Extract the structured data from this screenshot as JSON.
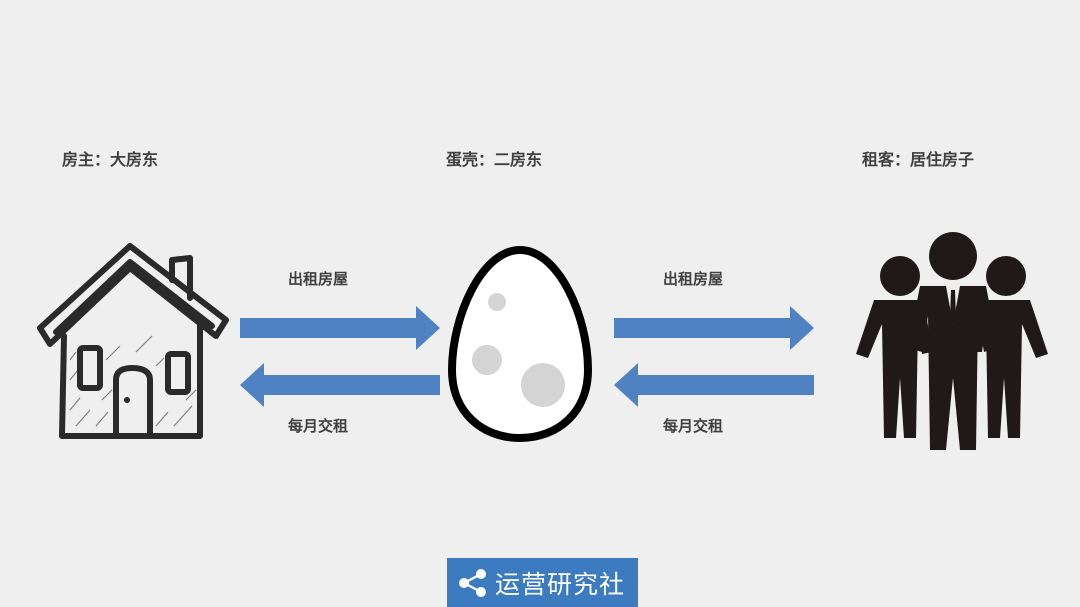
{
  "roles": {
    "landlord_label": "房主：大房东",
    "eggshell_label": "蛋壳：二房东",
    "tenant_label": "租客：居住房子"
  },
  "flows": {
    "left_top": "出租房屋",
    "left_bottom": "每月交租",
    "right_top": "出租房屋",
    "right_bottom": "每月交租"
  },
  "colors": {
    "arrow": "#4f82c3",
    "brand_bg": "#3d7bc0"
  },
  "brand": {
    "icon": "share-icon",
    "text": "运营研究社"
  }
}
